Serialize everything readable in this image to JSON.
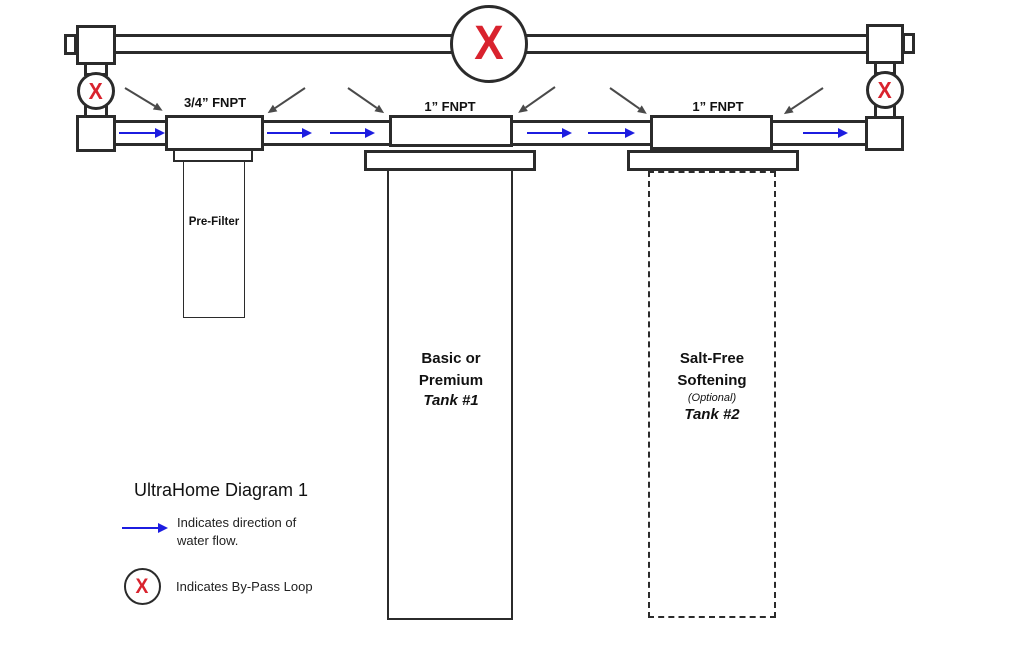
{
  "title": "UltraHome Diagram 1",
  "bypass_symbol": "X",
  "legend": {
    "flow_line1": "Indicates direction of",
    "flow_line2": "water flow.",
    "bypass": "Indicates By-Pass Loop"
  },
  "prefilter": {
    "port_label": "3/4” FNPT",
    "name": "Pre-Filter"
  },
  "tank1": {
    "port_label": "1” FNPT",
    "lines": [
      "Basic or",
      "Premium",
      "Tank #1"
    ]
  },
  "tank2": {
    "port_label": "1” FNPT",
    "lines": [
      "Salt-Free",
      "Softening",
      "(Optional)",
      "Tank #2"
    ]
  },
  "colors": {
    "flow_arrow_blue": "#1c1ce0",
    "x_red": "#d9232e",
    "line_dark": "#2b2b2b",
    "pointer_gray": "#4a4a4a"
  }
}
